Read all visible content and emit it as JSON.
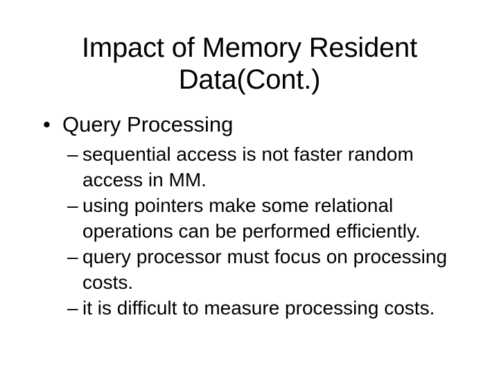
{
  "slide": {
    "background_color": "#ffffff",
    "text_color": "#000000",
    "title": {
      "line1": "Impact of Memory Resident",
      "line2": "Data(Cont.)",
      "full": "Impact of Memory Resident Data(Cont.)"
    },
    "body": {
      "level1": {
        "marker": "•",
        "text": "Query Processing"
      },
      "level2_marker": "–",
      "level2": [
        {
          "text": "sequential access is not faster random access in MM."
        },
        {
          "text": "using pointers make some relational operations can be performed efficiently."
        },
        {
          "text": "query processor must focus on processing costs."
        },
        {
          "text": "it is difficult to measure processing costs."
        }
      ]
    }
  }
}
